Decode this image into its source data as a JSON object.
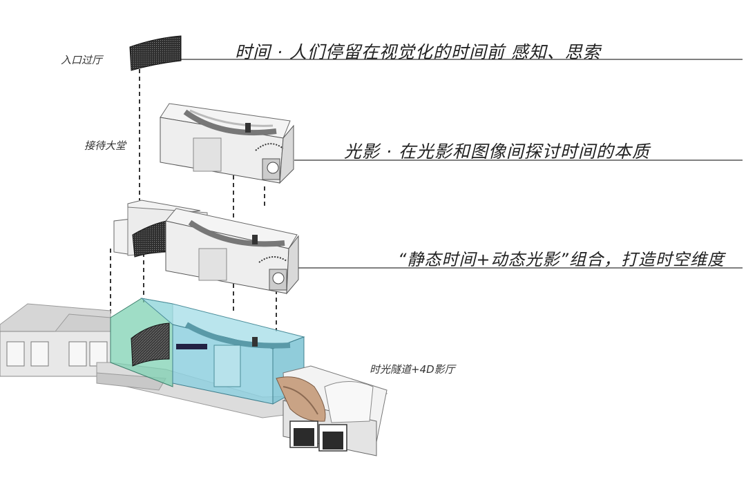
{
  "labels": {
    "entrance": "入口过厅",
    "reception": "接待大堂",
    "tunnel": "时光隧道+4D影厅"
  },
  "captions": {
    "time": "时间 · 人们停留在视觉化的时间前  感知、思索",
    "light": "光影 · 在光影和图像间探讨时间的本质",
    "combo": "“静态时间+动态光影”组合，打造时空维度"
  },
  "colors": {
    "glass_green": "#7fd1b3",
    "glass_blue": "#8fd0df",
    "leader_line": "#333333",
    "dashed_line": "#333333"
  }
}
